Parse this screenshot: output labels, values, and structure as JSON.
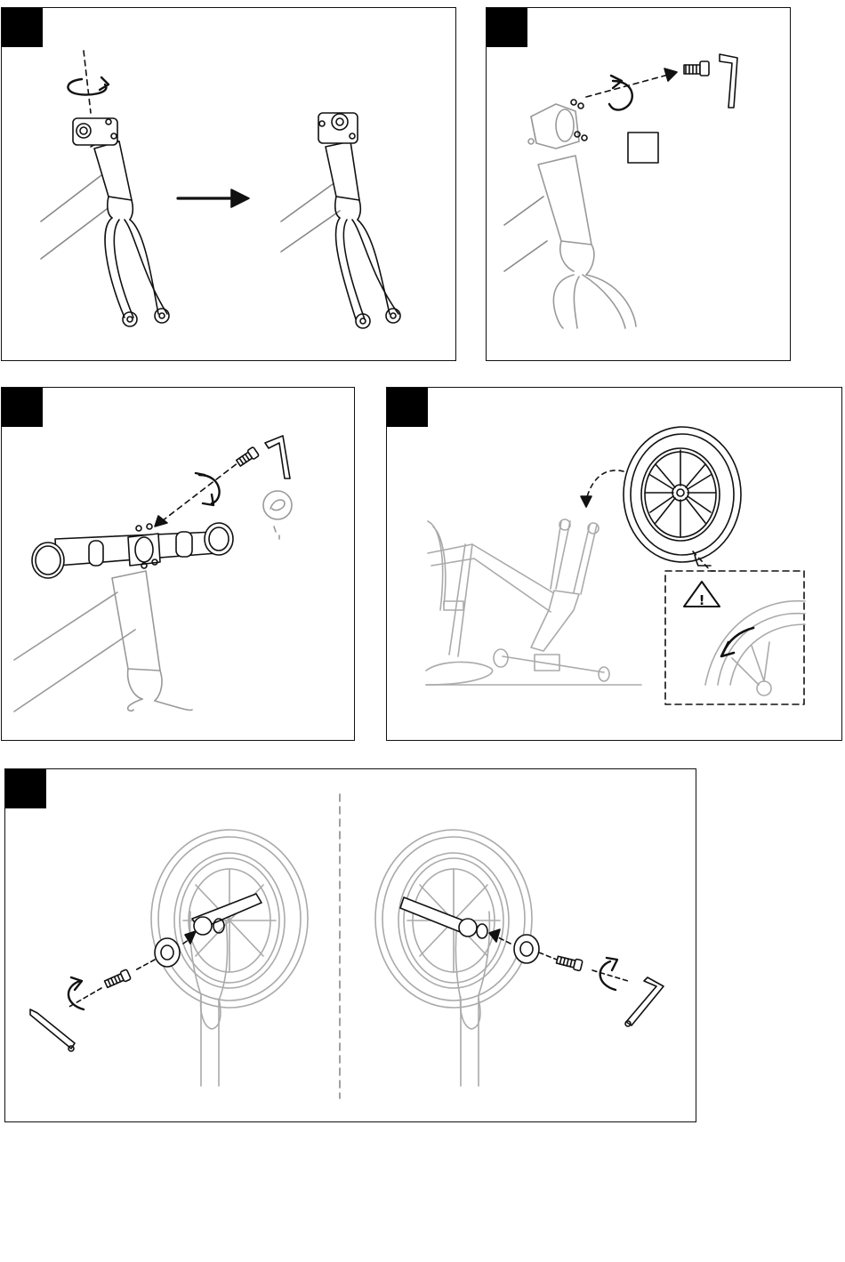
{
  "page": {
    "background": "#ffffff",
    "ink": "#111111",
    "ghost_ink": "#9a9a9a"
  },
  "panels": [
    {
      "id": "step-1",
      "step_tab": "black-square",
      "content": "stem-rotation-on-fork"
    },
    {
      "id": "step-2",
      "step_tab": "black-square",
      "content": "stem-bolts-hex-key"
    },
    {
      "id": "step-3",
      "step_tab": "black-square",
      "content": "handlebar-install"
    },
    {
      "id": "step-4",
      "step_tab": "black-square",
      "content": "front-wheel-install"
    },
    {
      "id": "step-5",
      "step_tab": "black-square",
      "content": "axle-bolt-spacers"
    }
  ],
  "warning": {
    "symbol": "!",
    "icon": "warning-triangle-icon"
  }
}
